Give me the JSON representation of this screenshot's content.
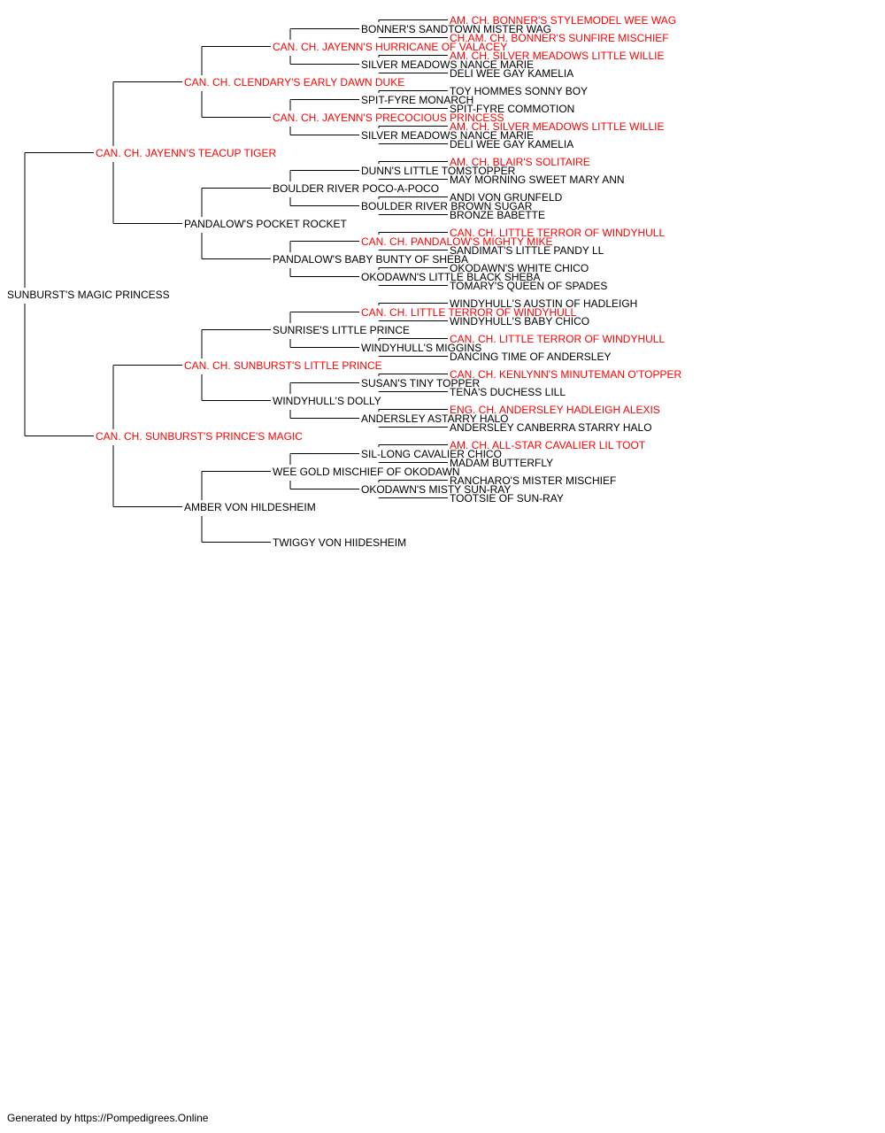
{
  "colors": {
    "champion": "#ff0000",
    "regular": "#000000",
    "lines": "#000000"
  },
  "footer": {
    "text": "Generated by https://Pompedigrees.Online"
  },
  "pedigree": {
    "name": "SUNBURST'S MAGIC PRINCESS",
    "champion": false,
    "sire": {
      "name": "CAN. CH. JAYENN'S TEACUP TIGER",
      "champion": true,
      "sire": {
        "name": "CAN. CH. CLENDARY'S EARLY DAWN DUKE",
        "champion": true,
        "sire": {
          "name": "CAN. CH. JAYENN'S HURRICANE OF VALACEY",
          "champion": true,
          "sire": {
            "name": "BONNER'S SANDTOWN MISTER WAG",
            "champion": false,
            "sire": {
              "name": "AM. CH. BONNER'S STYLEMODEL WEE WAG",
              "champion": true
            },
            "dam": {
              "name": "CH.AM. CH. BONNER'S SUNFIRE MISCHIEF",
              "champion": true
            }
          },
          "dam": {
            "name": "SILVER MEADOWS NANCE MARIE",
            "champion": false,
            "sire": {
              "name": "AM. CH. SILVER MEADOWS LITTLE WILLIE",
              "champion": true
            },
            "dam": {
              "name": "DELI WEE GAY KAMELIA",
              "champion": false
            }
          }
        },
        "dam": {
          "name": "CAN. CH. JAYENN'S PRECOCIOUS PRINCESS",
          "champion": true,
          "sire": {
            "name": "SPIT-FYRE MONARCH",
            "champion": false,
            "sire": {
              "name": "TOY HOMMES SONNY BOY",
              "champion": false
            },
            "dam": {
              "name": "SPIT-FYRE COMMOTION",
              "champion": false
            }
          },
          "dam": {
            "name": "SILVER MEADOWS NANCE MARIE",
            "champion": false,
            "sire": {
              "name": "AM. CH. SILVER MEADOWS LITTLE WILLIE",
              "champion": true
            },
            "dam": {
              "name": "DELI WEE GAY KAMELIA",
              "champion": false
            }
          }
        }
      },
      "dam": {
        "name": "PANDALOW'S POCKET ROCKET",
        "champion": false,
        "sire": {
          "name": "BOULDER RIVER POCO-A-POCO",
          "champion": false,
          "sire": {
            "name": "DUNN'S LITTLE TOMSTOPPER",
            "champion": false,
            "sire": {
              "name": "AM. CH. BLAIR'S SOLITAIRE",
              "champion": true
            },
            "dam": {
              "name": "MAY MORNING SWEET MARY ANN",
              "champion": false
            }
          },
          "dam": {
            "name": "BOULDER RIVER BROWN SUGAR",
            "champion": false,
            "sire": {
              "name": "ANDI VON GRUNFELD",
              "champion": false
            },
            "dam": {
              "name": "BRONZE BABETTE",
              "champion": false
            }
          }
        },
        "dam": {
          "name": "PANDALOW'S BABY BUNTY OF SHEBA",
          "champion": false,
          "sire": {
            "name": "CAN. CH. PANDALOW'S MIGHTY MIKE",
            "champion": true,
            "sire": {
              "name": "CAN. CH. LITTLE TERROR OF WINDYHULL",
              "champion": true
            },
            "dam": {
              "name": "SANDIMAT'S LITTLE PANDY LL",
              "champion": false
            }
          },
          "dam": {
            "name": "OKODAWN'S LITTLE BLACK SHEBA",
            "champion": false,
            "sire": {
              "name": "OKODAWN'S WHITE CHICO",
              "champion": false
            },
            "dam": {
              "name": "TOMARY'S QUEEN OF SPADES",
              "champion": false
            }
          }
        }
      }
    },
    "dam": {
      "name": "CAN. CH. SUNBURST'S PRINCE'S MAGIC",
      "champion": true,
      "sire": {
        "name": "CAN. CH. SUNBURST'S LITTLE PRINCE",
        "champion": true,
        "sire": {
          "name": "SUNRISE'S LITTLE PRINCE",
          "champion": false,
          "sire": {
            "name": "CAN. CH. LITTLE TERROR OF WINDYHULL",
            "champion": true,
            "sire": {
              "name": "WINDYHULL'S AUSTIN OF HADLEIGH",
              "champion": false
            },
            "dam": {
              "name": "WINDYHULL'S BABY CHICO",
              "champion": false
            }
          },
          "dam": {
            "name": "WINDYHULL'S MIGGINS",
            "champion": false,
            "sire": {
              "name": "CAN. CH. LITTLE TERROR OF WINDYHULL",
              "champion": true
            },
            "dam": {
              "name": "DANCING TIME OF ANDERSLEY",
              "champion": false
            }
          }
        },
        "dam": {
          "name": "WINDYHULL'S DOLLY",
          "champion": false,
          "sire": {
            "name": "SUSAN'S TINY TOPPER",
            "champion": false,
            "sire": {
              "name": "CAN. CH. KENLYNN'S MINUTEMAN O'TOPPER",
              "champion": true
            },
            "dam": {
              "name": "TENA'S DUCHESS LILL",
              "champion": false
            }
          },
          "dam": {
            "name": "ANDERSLEY ASTARRY HALO",
            "champion": false,
            "sire": {
              "name": "ENG. CH. ANDERSLEY HADLEIGH ALEXIS",
              "champion": true
            },
            "dam": {
              "name": "ANDERSLEY CANBERRA STARRY HALO",
              "champion": false
            }
          }
        }
      },
      "dam": {
        "name": "AMBER VON HILDESHEIM",
        "champion": false,
        "sire": {
          "name": "WEE GOLD MISCHIEF OF OKODAWN",
          "champion": false,
          "sire": {
            "name": "SIL-LONG CAVALIER CHICO",
            "champion": false,
            "sire": {
              "name": "AM. CH. ALL-STAR CAVALIER LIL TOOT",
              "champion": true
            },
            "dam": {
              "name": "MADAM BUTTERFLY",
              "champion": false
            }
          },
          "dam": {
            "name": "OKODAWN'S MISTY SUN-RAY",
            "champion": false,
            "sire": {
              "name": "RANCHARO'S MISTER MISCHIEF",
              "champion": false
            },
            "dam": {
              "name": "TOOTSIE OF SUN-RAY",
              "champion": false
            }
          }
        },
        "dam": {
          "name": "TWIGGY VON HIIDESHEIM",
          "champion": false
        }
      }
    }
  }
}
